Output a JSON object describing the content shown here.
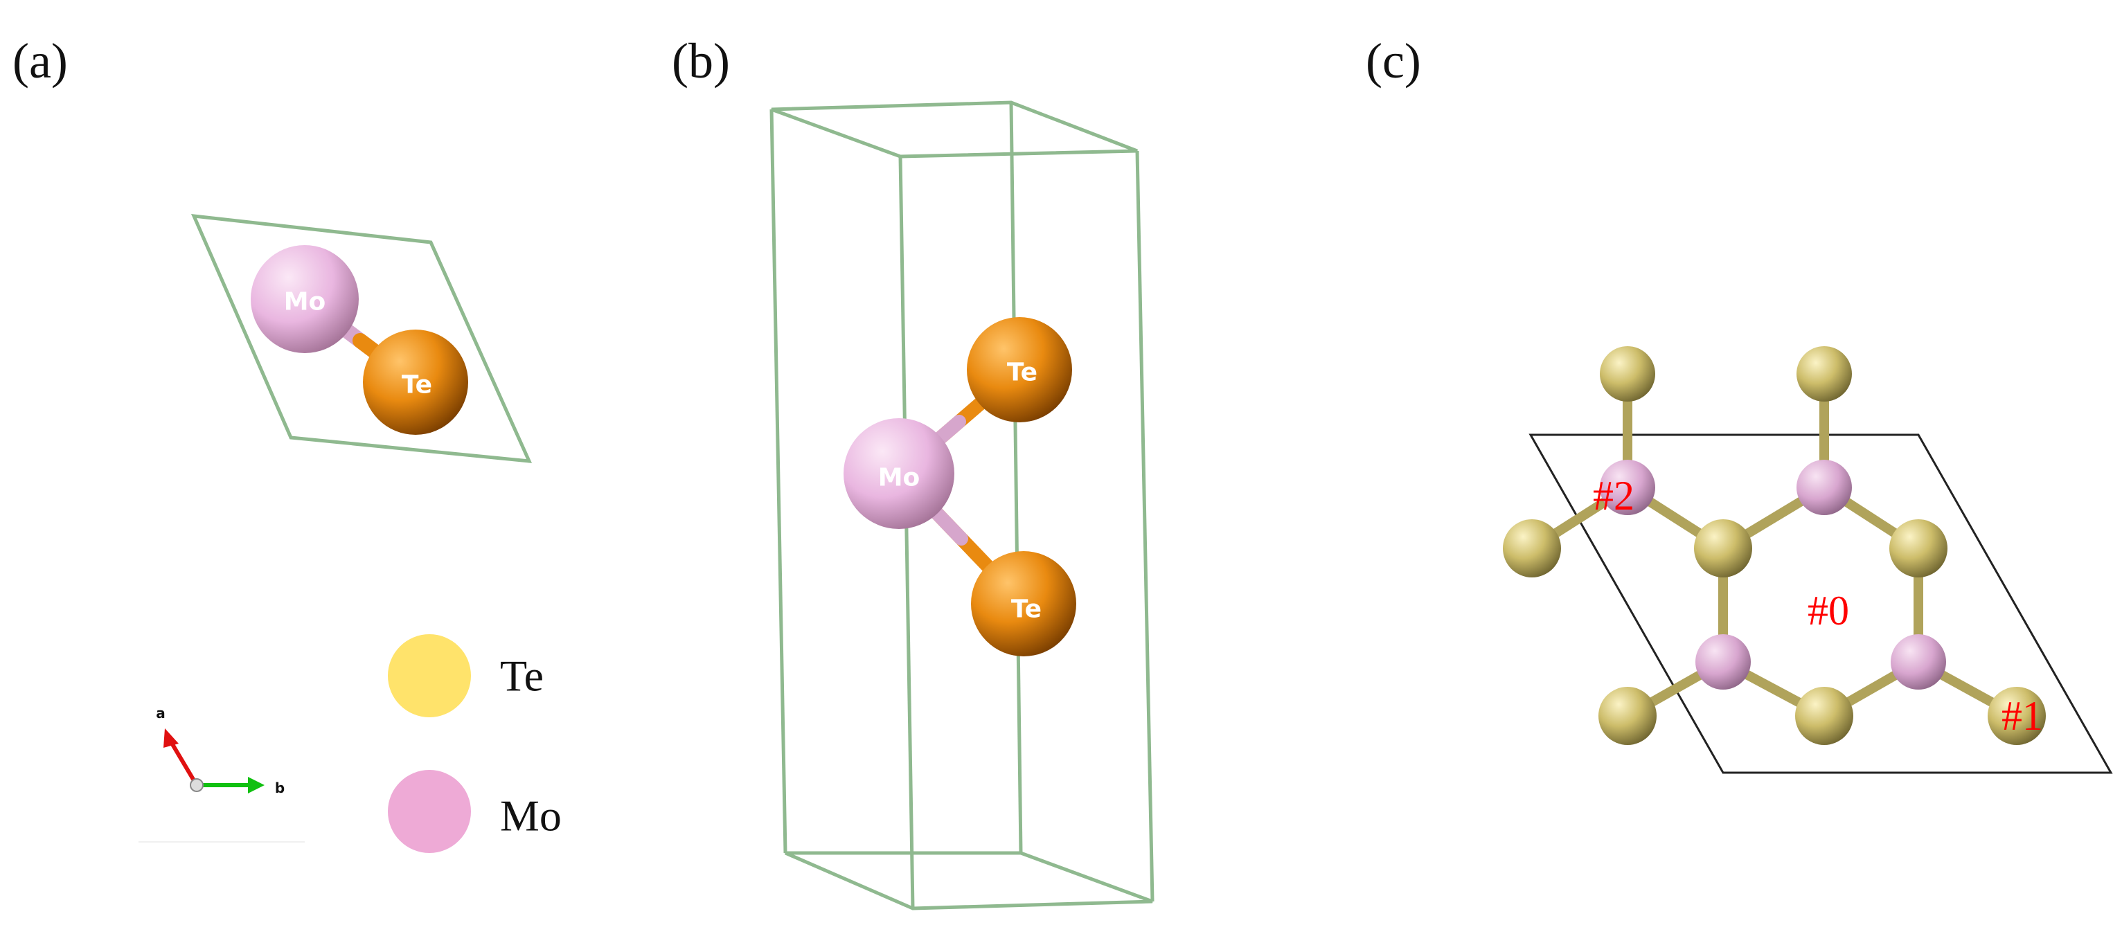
{
  "panels": {
    "a": {
      "label": "(a)",
      "atoms": {
        "mo": "Mo",
        "te": "Te"
      },
      "axes": {
        "a": "a",
        "b": "b"
      },
      "legend": [
        {
          "label": "Te",
          "color": "#ffe36b"
        },
        {
          "label": "Mo",
          "color": "#eeaad6"
        }
      ]
    },
    "b": {
      "label": "(b)",
      "atoms": {
        "mo": "Mo",
        "te_top": "Te",
        "te_bottom": "Te"
      }
    },
    "c": {
      "label": "(c)",
      "sites": {
        "s0": "#0",
        "s1": "#1",
        "s2": "#2"
      }
    }
  },
  "colors": {
    "cell_edge": "#8fb98f",
    "mo": "#e9b6e0",
    "te_orange": "#e98a10",
    "te_olive": "#cdbd6a",
    "bond_olive": "#b0a35b",
    "bond_pink": "#d6a6cc",
    "label_red": "#ff0000"
  }
}
